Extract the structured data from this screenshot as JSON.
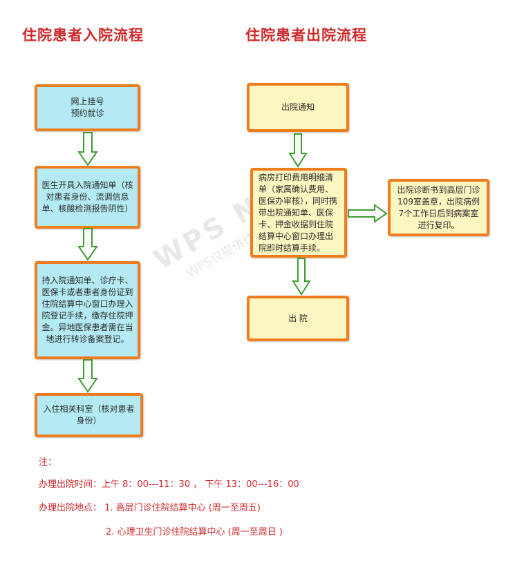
{
  "titles": {
    "admission": "住院患者入院流程",
    "discharge": "住院患者出院流程"
  },
  "admission_steps": [
    {
      "line1": "网上挂号",
      "line2": "预约就诊"
    },
    {
      "text": "医生开具入院通知单（核对患者身份、流调信息单、核酸检测报告阴性）"
    },
    {
      "text": "持入院通知单、诊疗卡、医保卡或者患者身份证到住院结算中心窗口办理入院登记手续，缴存住院押金。异地医保患者需在当地进行转诊备案登记。"
    },
    {
      "text": "入住相关科室（核对患者身份）"
    }
  ],
  "discharge_steps": [
    {
      "text": "出院通知"
    },
    {
      "text": "病房打印费用明细清单（家属确认费用、医保办审核），同时携带出院通知单、医保卡、押金收据到住院结算中心窗口办理出院即时结算手续。"
    },
    {
      "text": "出 院"
    }
  ],
  "side_note": {
    "text": "出院诊断书到高层门诊109室盖章，出院病例7个工作日后到病案室进行复印。"
  },
  "notes": {
    "label": "注：",
    "time": "办理出院时间：上午 8：00---11：30 ， 下午 13：00---16：00",
    "place_1": "办理出院地点： 1. 高层门诊住院结算中心 (周一至周五)",
    "place_2": "2. 心理卫生门诊住院结算中心 (周一至周日 )"
  },
  "watermark": {
    "brand": "WPS N",
    "text": "WPS仅提供作图服务"
  },
  "colors": {
    "title": "#d2282a",
    "box_border": "#ef7d1e",
    "admission_fill": "#b3eaf3",
    "discharge_fill": "#fcf6c1",
    "arrow_stroke": "#3f9a32"
  }
}
